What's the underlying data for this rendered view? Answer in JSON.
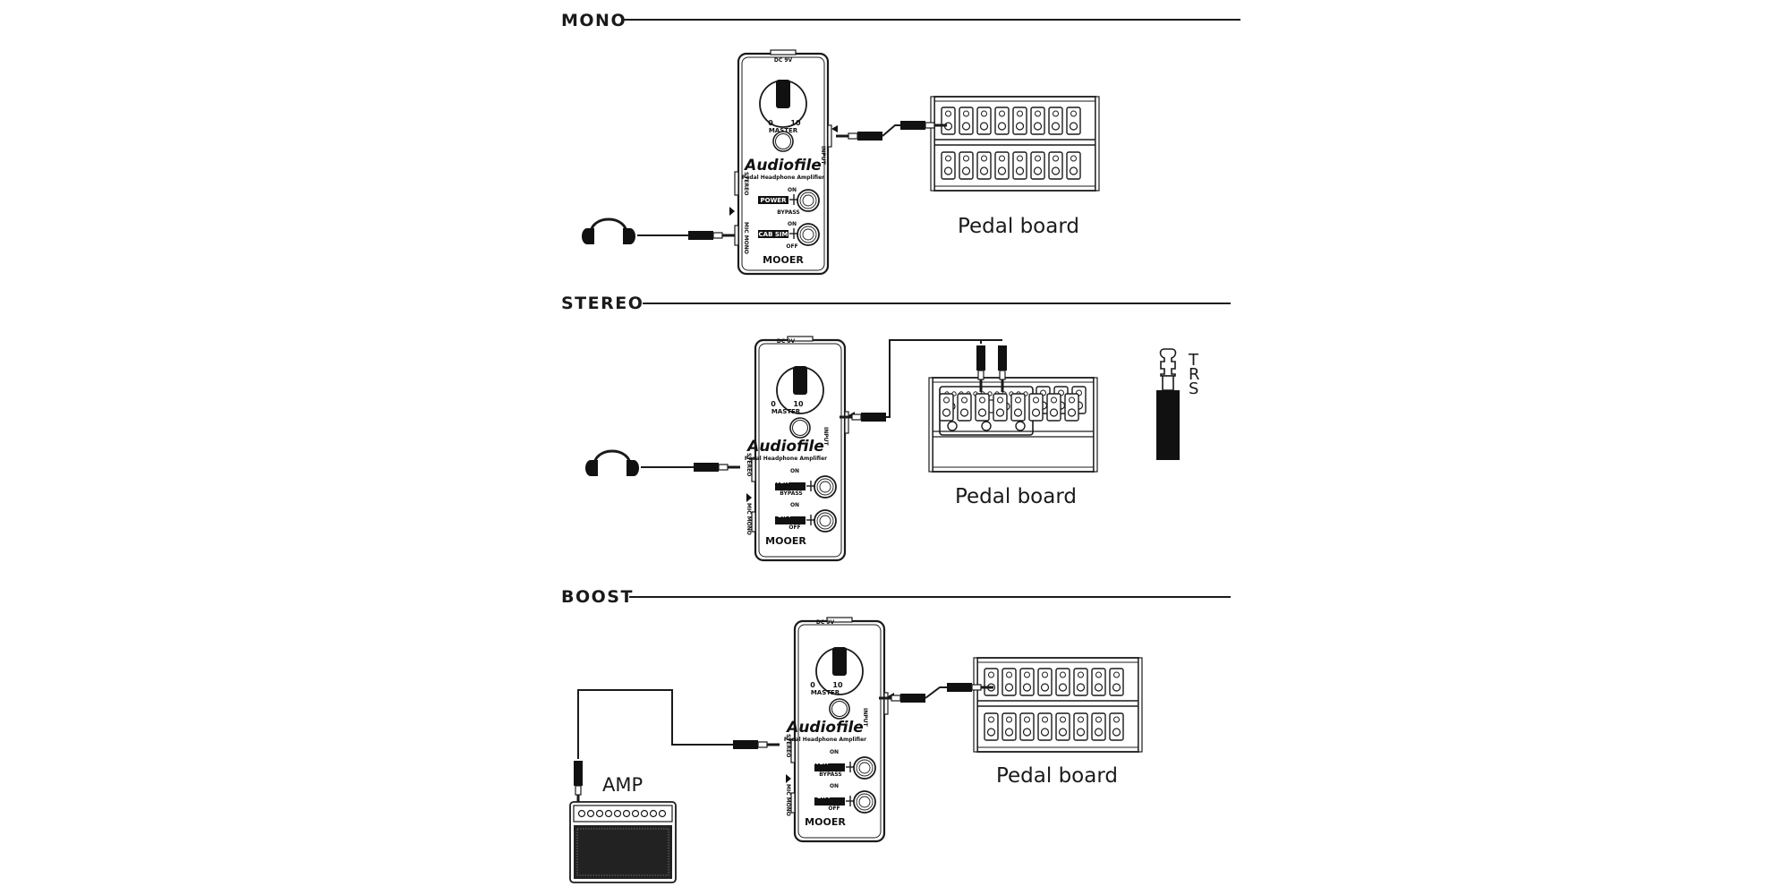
{
  "sections": [
    {
      "title": "MONO",
      "board_label": "Pedal board"
    },
    {
      "title": "STEREO",
      "board_label": "Pedal board",
      "plug_label_letters": [
        "T",
        "R",
        "S"
      ]
    },
    {
      "title": "BOOST",
      "board_label": "Pedal board",
      "amp_label": "AMP"
    }
  ],
  "pedal": {
    "brand_name": "Audiofile",
    "subtitle": "Pedal Headphone Amplifier",
    "maker": "MOOER",
    "knob_label": "MASTER",
    "knob_min": "0",
    "knob_max": "10",
    "dc_label": "DC 9V",
    "input_label": "INPUT",
    "stereo_label": "STEREO",
    "mono_label": "MIC MONO",
    "switch1_label": "POWER",
    "switch1_on": "ON",
    "switch1_off": "BYPASS",
    "switch2_label": "CAB SIM",
    "switch2_on": "ON",
    "switch2_off": "OFF"
  },
  "colors": {
    "ink": "#1a1a1a",
    "background": "#ffffff"
  }
}
